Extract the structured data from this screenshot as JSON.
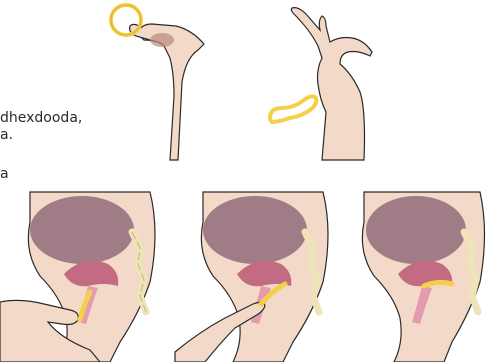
{
  "text": {
    "line1": "dhexdooda,",
    "line2": "a.",
    "line3": "a"
  },
  "illustrations": {
    "steps": [
      {
        "id": "squeeze-ring",
        "subject": "hand holding contraceptive ring"
      },
      {
        "id": "fold-ring",
        "subject": "fingers folding ring into figure-eight"
      },
      {
        "id": "insert-start",
        "subject": "ring entering vaginal canal"
      },
      {
        "id": "insert-push",
        "subject": "finger pushing ring upward"
      },
      {
        "id": "ring-placed",
        "subject": "ring positioned near cervix"
      }
    ]
  },
  "colors": {
    "skin": "#f3d9c8",
    "outline": "#2a2a2a",
    "bladder": "#a07c86",
    "uterus": "#c46b84",
    "inner": "#e39bb0",
    "bone": "#efe3b8",
    "ring": "#f4cf4a",
    "ring_edge": "#d6a91c"
  }
}
